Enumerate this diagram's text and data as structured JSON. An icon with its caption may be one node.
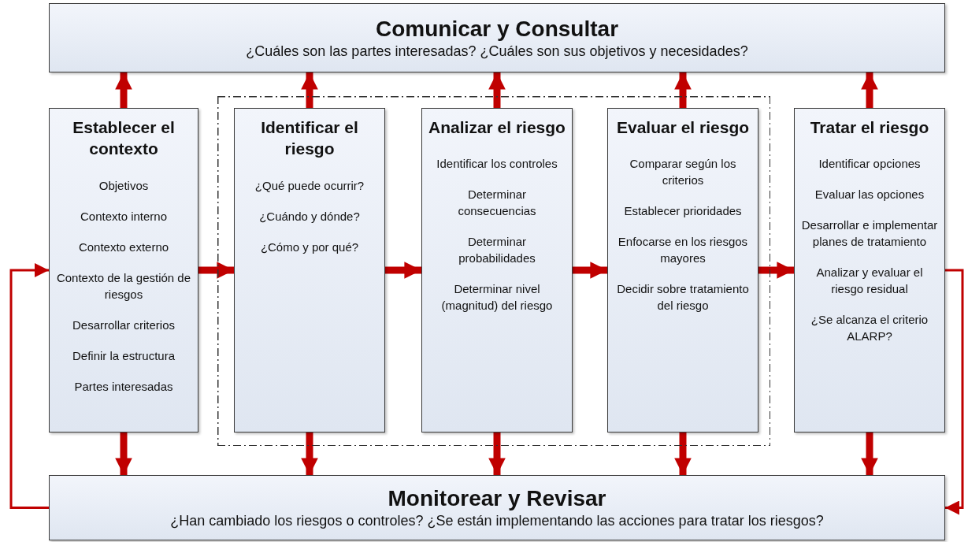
{
  "diagram": {
    "nodes": [
      {
        "text": [
          "Comunicar y Consultar",
          "¿Cuáles son las partes interesadas? ¿Cuáles son sus objetivos y necesidades?"
        ]
      },
      {
        "text": [
          "Establecer el contexto",
          "Objetivos",
          "Contexto interno",
          "Contexto externo",
          "Contexto de la gestión de riesgos",
          "Desarrollar criterios",
          "Definir la estructura",
          "Partes interesadas"
        ]
      },
      {
        "text": [],
        "shape": "box"
      },
      {
        "text": [
          "Identificar el riesgo",
          "¿Qué puede ocurrir?",
          "¿Cuándo y dónde?",
          "¿Cómo y por qué?"
        ],
        "in": 2
      },
      {
        "text": [
          "Analizar el riesgo",
          "Identificar los controles",
          "Determinar consecuencias",
          "Determinar probabilidades",
          "Determinar nivel (magnitud) del riesgo"
        ],
        "in": 2
      },
      {
        "text": [
          "Evaluar el riesgo",
          "Comparar según los criterios",
          "Establecer prioridades",
          "Enfocarse en los riesgos mayores",
          "Decidir sobre tratamiento del riesgo"
        ],
        "in": 2
      },
      {
        "text": [
          "Tratar el riesgo",
          "Identificar opciones",
          "Evaluar las opciones",
          "Desarrollar e implementar planes de tratamiento",
          "Analizar y evaluar el riesgo residual",
          "¿Se alcanza el criterio ALARP?"
        ]
      },
      {
        "text": [
          "Monitorear y Revisar",
          "¿Han cambiado los riesgos o controles? ¿Se están implementando las acciones para tratar los riesgos?"
        ]
      }
    ],
    "edges": [
      {
        "from": 1,
        "to": 0,
        "arrow": "to"
      },
      {
        "from": 3,
        "to": 0,
        "arrow": "to"
      },
      {
        "from": 4,
        "to": 0,
        "arrow": "to"
      },
      {
        "from": 5,
        "to": 0,
        "arrow": "to"
      },
      {
        "from": 6,
        "to": 0,
        "arrow": "to"
      },
      {
        "from": 1,
        "to": 3,
        "arrow": "to"
      },
      {
        "from": 3,
        "to": 4,
        "arrow": "to"
      },
      {
        "from": 4,
        "to": 5,
        "arrow": "to"
      },
      {
        "from": 5,
        "to": 6,
        "arrow": "to"
      },
      {
        "from": 1,
        "to": 7,
        "arrow": "to"
      },
      {
        "from": 3,
        "to": 7,
        "arrow": "to"
      },
      {
        "from": 4,
        "to": 7,
        "arrow": "to"
      },
      {
        "from": 5,
        "to": 7,
        "arrow": "to"
      },
      {
        "from": 6,
        "to": 7,
        "arrow": "to"
      },
      {
        "from": 6,
        "to": 7,
        "arrow": "to"
      },
      {
        "from": 7,
        "to": 1,
        "arrow": "to"
      }
    ]
  }
}
